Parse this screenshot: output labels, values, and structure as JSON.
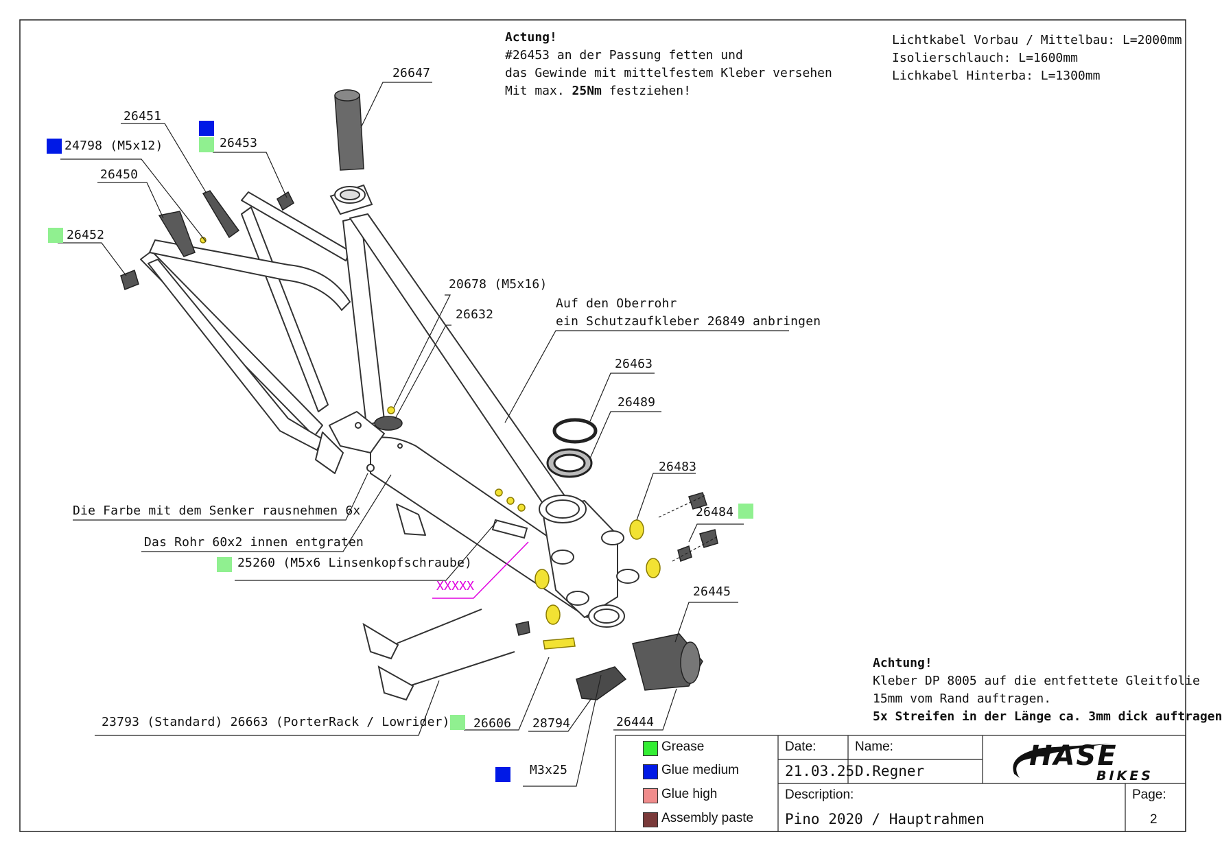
{
  "notes": {
    "top_center": {
      "title": "Actung!",
      "line1": "#26453 an der Passung fetten und",
      "line2": "das Gewinde mit mittelfestem Kleber versehen",
      "line3_prefix": "Mit max. ",
      "line3_bold": "25Nm",
      "line3_suffix": " festziehen!"
    },
    "top_right": [
      "Lichtkabel Vorbau / Mittelbau: L=2000mm",
      "Isolierschlauch: L=1600mm",
      "Lichkabel Hinterba: L=1300mm"
    ],
    "bottom_right": {
      "title": "Achtung!",
      "line1": "Kleber DP 8005 auf die entfettete Gleitfolie",
      "line2": "15mm vom Rand auftragen.",
      "line3": "5x Streifen in der Länge ca. 3mm dick auftragen"
    }
  },
  "callouts": {
    "p26647": "26647",
    "p26451": "26451",
    "p26453": "26453",
    "p24798": "24798 (M5x12)",
    "p26450": "26450",
    "p26452": "26452",
    "p20678": "20678 (M5x16)",
    "p26632": "26632",
    "oberrohr1": "Auf den Oberrohr",
    "oberrohr2": "ein Schutzaufkleber 26849 anbringen",
    "p26463": "26463",
    "p26489": "26489",
    "p26483": "26483",
    "p26484": "26484",
    "p26445": "26445",
    "farbe": "Die Farbe mit dem Senker rausnehmen 6x",
    "rohr": "Das Rohr 60x2 innen entgraten",
    "p25260": "25260 (M5x6 Linsenkopfschraube)",
    "xxxxx": "XXXXX",
    "p23793": "23793 (Standard) 26663 (PorterRack / Lowrider)",
    "p26606": "26606",
    "p28794": "28794",
    "p26444": "26444",
    "m3x25": "M3x25"
  },
  "colors": {
    "grease": "#33ee33",
    "grease_light": "#90f090",
    "glue_medium": "#0019e6",
    "glue_high": "#f08c8c",
    "assembly_paste": "#7a3a3a",
    "markup": "#e000e0",
    "brass": "#f2e233"
  },
  "legend": [
    {
      "label": "Grease",
      "color": "#33ee33"
    },
    {
      "label": "Glue medium",
      "color": "#0019e6"
    },
    {
      "label": "Glue high",
      "color": "#f08c8c"
    },
    {
      "label": "Assembly paste",
      "color": "#7a3a3a"
    }
  ],
  "title_block": {
    "date_label": "Date:",
    "date_value": "21.03.25",
    "name_label": "Name:",
    "name_value": "D.Regner",
    "description_label": "Description:",
    "description_value": "Pino 2020 / Hauptrahmen",
    "page_label": "Page:",
    "page_value": "2",
    "logo_main": "HASE",
    "logo_sub": "BIKES"
  }
}
